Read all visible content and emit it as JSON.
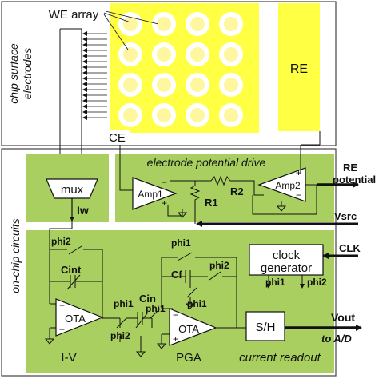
{
  "diagram": {
    "sections": {
      "chip_surface": "chip surface electrodes",
      "on_chip": "on-chip circuits",
      "potential_drive": "electrode potential drive",
      "current_readout": "current readout"
    },
    "electrodes": {
      "we_array": "WE array",
      "re": "RE",
      "ce": "CE"
    },
    "blocks": {
      "mux": "mux",
      "amp1": "Amp1",
      "amp2": "Amp2",
      "ota1": "OTA",
      "ota2": "OTA",
      "sh": "S/H",
      "clock_line1": "clock",
      "clock_line2": "generator"
    },
    "components": {
      "r1": "R1",
      "r2": "R2",
      "cint": "Cint",
      "cin": "Cin",
      "cf": "Cf"
    },
    "signals": {
      "iw": "Iw",
      "re_line1": "RE",
      "re_line2": "potential",
      "vsrc": "Vsrc",
      "clk": "CLK",
      "vout": "Vout",
      "to_ad": "to A/D",
      "phi1": "phi1",
      "phi2": "phi2"
    },
    "stages": {
      "iv": "I-V",
      "pga": "PGA"
    },
    "colors": {
      "green_panel": "#a8cf60",
      "yellow_panel": "#ffff44",
      "electrode": "#fff6a0"
    }
  }
}
